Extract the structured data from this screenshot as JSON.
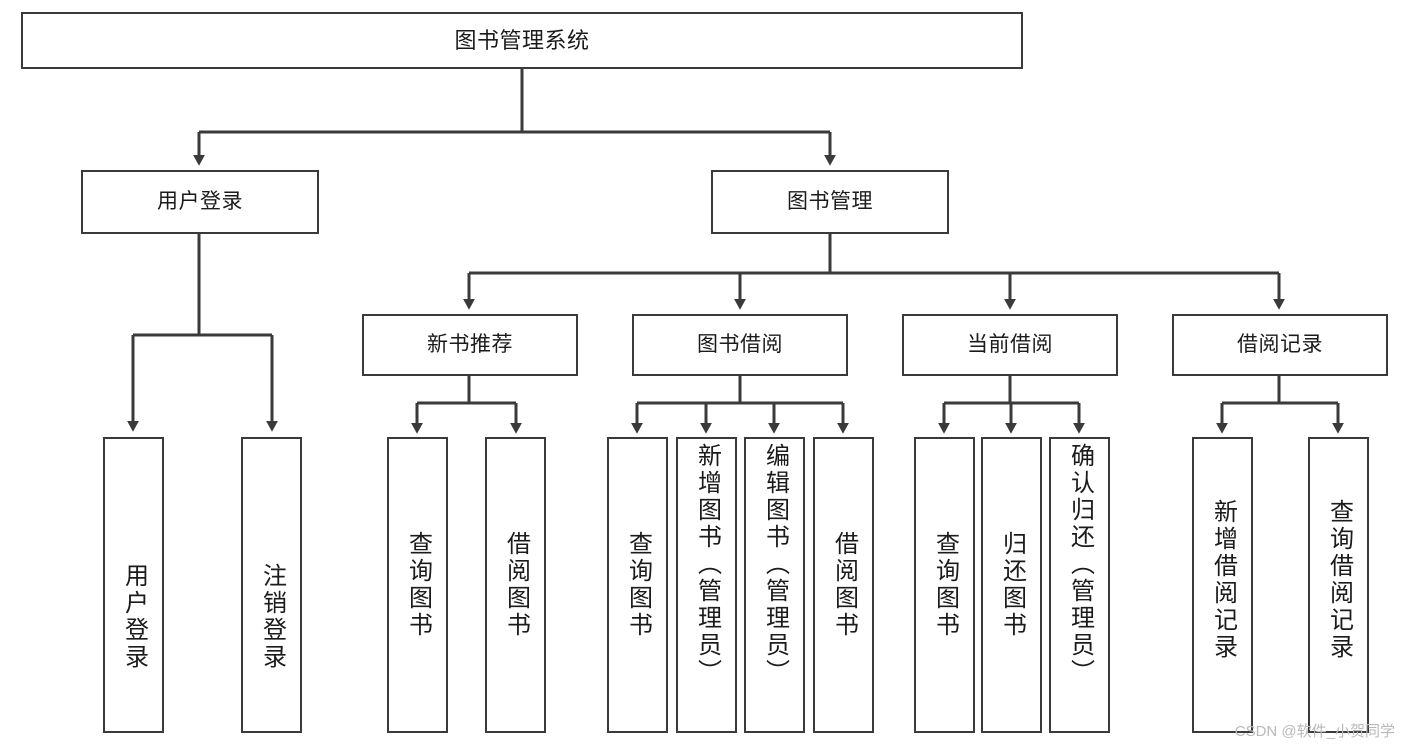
{
  "diagram": {
    "type": "tree-hierarchy",
    "title": "图书管理系统",
    "watermark": "CSDN @软件_小贺同学",
    "colors": {
      "stroke": "#3a3a3a",
      "fill": "#ffffff",
      "text": "#1b1b1b",
      "watermark": "#b9b9b9"
    },
    "levels": [
      {
        "level": 1,
        "nodes": [
          {
            "id": "root",
            "label": "图书管理系统"
          }
        ]
      },
      {
        "level": 2,
        "nodes": [
          {
            "id": "user-login",
            "label": "用户登录",
            "parent": "root"
          },
          {
            "id": "book-manage",
            "label": "图书管理",
            "parent": "root"
          }
        ]
      },
      {
        "level": 3,
        "nodes": [
          {
            "id": "new-book-rec",
            "label": "新书推荐",
            "parent": "book-manage"
          },
          {
            "id": "book-borrow",
            "label": "图书借阅",
            "parent": "book-manage"
          },
          {
            "id": "current-borrow",
            "label": "当前借阅",
            "parent": "book-manage"
          },
          {
            "id": "borrow-record",
            "label": "借阅记录",
            "parent": "book-manage"
          }
        ]
      },
      {
        "level": 4,
        "nodes": [
          {
            "id": "leaf-user-login",
            "label": "用户登录",
            "parent": "user-login"
          },
          {
            "id": "leaf-user-logout",
            "label": "注销登录",
            "parent": "user-login"
          },
          {
            "id": "leaf-rec-query",
            "label": "查询图书",
            "parent": "new-book-rec"
          },
          {
            "id": "leaf-rec-borrow",
            "label": "借阅图书",
            "parent": "new-book-rec"
          },
          {
            "id": "leaf-borrow-query",
            "label": "查询图书",
            "parent": "book-borrow"
          },
          {
            "id": "leaf-borrow-add",
            "label": "新增图书（管理员）",
            "parent": "book-borrow"
          },
          {
            "id": "leaf-borrow-edit",
            "label": "编辑图书（管理员）",
            "parent": "book-borrow"
          },
          {
            "id": "leaf-borrow-lend",
            "label": "借阅图书",
            "parent": "book-borrow"
          },
          {
            "id": "leaf-cur-query",
            "label": "查询图书",
            "parent": "current-borrow"
          },
          {
            "id": "leaf-cur-return",
            "label": "归还图书",
            "parent": "current-borrow"
          },
          {
            "id": "leaf-cur-confirm",
            "label": "确认归还（管理员）",
            "parent": "current-borrow"
          },
          {
            "id": "leaf-rec-add",
            "label": "新增借阅记录",
            "parent": "borrow-record"
          },
          {
            "id": "leaf-rec-search",
            "label": "查询借阅记录",
            "parent": "borrow-record"
          }
        ]
      }
    ]
  }
}
